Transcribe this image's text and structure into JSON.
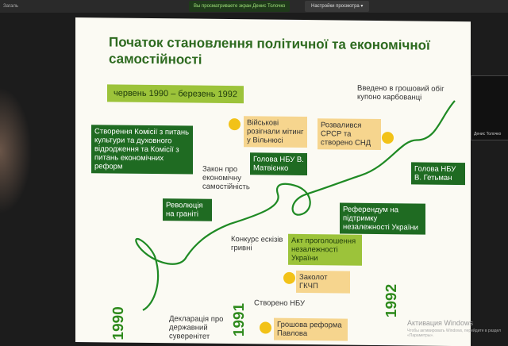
{
  "window": {
    "tab_label": "Загаль",
    "presenter_notice": "Вы просматриваете экран Денис Толочко",
    "view_settings": "Настройки просмотра ▾",
    "webcam_name": "Денис Толочко"
  },
  "slide": {
    "title": "Початок становлення політичної та економічної самостійності",
    "period": "червень 1990 – березень 1992",
    "years": [
      "1990",
      "1991",
      "1992"
    ],
    "dark_boxes": [
      "Створення Комісії з питань культури та духовного відродження та Комісії з питань економічних реформ",
      "Революція на граніті",
      "Голова НБУ В. Матвієнко",
      "Референдум на підтримку незалежності України",
      "Голова НБУ В. Гетьман"
    ],
    "lime_boxes": [
      "Акт проголошення незалежності України"
    ],
    "light_boxes": [
      "Військові розігнали мітинг у Вільнюсі",
      "Розвалився СРСР та створено СНД",
      "Заколот ГКЧП",
      "Грошова реформа Павлова"
    ],
    "notes": [
      "Введено в грошовий обіг купоно карбованці",
      "Закон про економічну самостійність",
      "Конкурс ескізів гривні",
      "Створено НБУ",
      "Декларація про державний суверенітет"
    ]
  },
  "system": {
    "activation_title": "Активация Windows",
    "activation_sub": "Чтобы активировать Windows, перейдите в раздел «Параметры»."
  },
  "colors": {
    "dark_green": "#1f6b22",
    "lime": "#9cc33a",
    "light_yellow": "#f6d58e",
    "dot_yellow": "#f2c218",
    "title_green": "#2d6a1f"
  }
}
